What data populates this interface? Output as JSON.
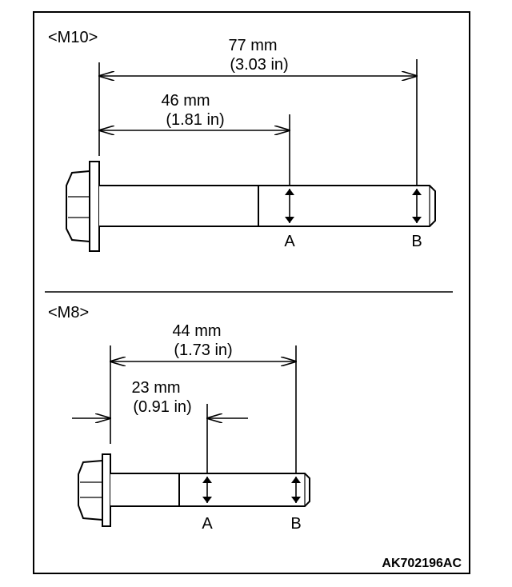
{
  "m10": {
    "title": "<M10>",
    "dim_total_mm": "77 mm",
    "dim_total_in": "(3.03 in)",
    "dim_a_mm": "46 mm",
    "dim_a_in": "(1.81 in)",
    "point_a": "A",
    "point_b": "B"
  },
  "m8": {
    "title": "<M8>",
    "dim_total_mm": "44 mm",
    "dim_total_in": "(1.73 in)",
    "dim_a_mm": "23 mm",
    "dim_a_in": "(0.91 in)",
    "point_a": "A",
    "point_b": "B"
  },
  "figure_code": "AK702196AC"
}
